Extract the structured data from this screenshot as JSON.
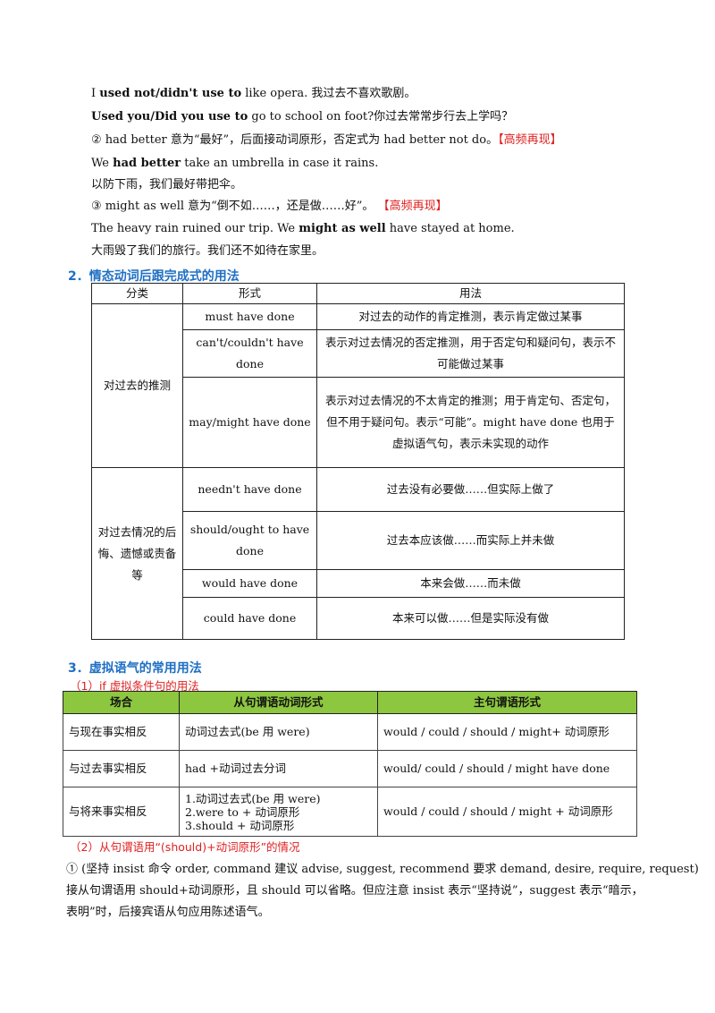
{
  "lines": [
    {
      "parts": [
        {
          "t": "I ",
          "b": false
        },
        {
          "t": "used not/didn't use to",
          "b": true
        },
        {
          "t": " like opera. 我过去不喜欢歌剧。",
          "b": false
        }
      ]
    },
    {
      "parts": [
        {
          "t": "Used you/Did you use to",
          "b": true
        },
        {
          "t": " go to school on foot?你过去常常步行去上学吗？",
          "b": false
        }
      ]
    },
    {
      "parts": [
        {
          "t": "② had better 意为“最好”，后面接动词原形，否定式为 had better not do。",
          "b": false
        },
        {
          "t": "【高频再现】",
          "b": false,
          "red": true
        }
      ]
    },
    {
      "parts": [
        {
          "t": "We ",
          "b": false
        },
        {
          "t": "had better",
          "b": true
        },
        {
          "t": " take an umbrella in case it rains.",
          "b": false
        }
      ]
    },
    {
      "parts": [
        {
          "t": "以防下雨，我们最好带把伞。",
          "b": false
        }
      ]
    },
    {
      "parts": [
        {
          "t": "③ might as well 意为“倒不如……，还是做……好”。 ",
          "b": false
        },
        {
          "t": "【高频再现】",
          "b": false,
          "red": true
        }
      ]
    },
    {
      "parts": [
        {
          "t": "The heavy rain ruined our trip. We ",
          "b": false
        },
        {
          "t": "might as well",
          "b": true
        },
        {
          "t": " have stayed at home.",
          "b": false
        }
      ]
    },
    {
      "parts": [
        {
          "t": "大雨毁了我们的旅行。我们还不如待在家里。",
          "b": false
        }
      ]
    }
  ],
  "section2": {
    "title": "2．情态动词后跟完成式的用法"
  },
  "table1": {
    "headers": [
      "分类",
      "形式",
      "用法"
    ],
    "groups": [
      {
        "category": "对过去的推测",
        "rows": [
          {
            "form": "must have done",
            "usage": "对过去的动作的肯定推测，表示肯定做过某事"
          },
          {
            "form": "can't/couldn't have done",
            "usage": "表示对过去情况的否定推测，用于否定句和疑问句，表示不可能做过某事"
          },
          {
            "form": "may/might have done",
            "usage": "表示对过去情况的不太肯定的推测；用于肯定句、否定句，但不用于疑问句。表示“可能”。might have done 也用于虚拟语气句，表示未实现的动作"
          }
        ]
      },
      {
        "category": "对过去情况的后悔、遗憾或责备等",
        "rows": [
          {
            "form": "needn't have done",
            "usage": "过去没有必要做……但实际上做了"
          },
          {
            "form": "should/ought to have done",
            "usage": "过去本应该做……而实际上并未做"
          },
          {
            "form": "would have done",
            "usage": "本来会做……而未做"
          },
          {
            "form": "could have done",
            "usage": "本来可以做……但是实际没有做"
          }
        ]
      }
    ]
  },
  "section3": {
    "title": "3．虚拟语气的常用用法",
    "sub1": "（1）if 虚拟条件句的用法"
  },
  "table2": {
    "headers": [
      "场合",
      "从句谓语动词形式",
      "主句谓语形式"
    ],
    "rows": [
      {
        "case": "与现在事实相反",
        "clause": [
          "动词过去式(be 用 were)"
        ],
        "main": "would / could / should / might+ 动词原形"
      },
      {
        "case": "与过去事实相反",
        "clause": [
          "had +动词过去分词"
        ],
        "main": "would/ could / should / might have done"
      },
      {
        "case": "与将来事实相反",
        "clause": [
          "1.动词过去式(be 用 were)",
          "2.were to + 动词原形",
          "3.should + 动词原形"
        ],
        "main": "would / could / should / might + 动词原形"
      }
    ]
  },
  "sub2": "（2）从句谓语用“(should)+动词原形”的情况",
  "para": [
    "① (坚持 insist 命令 order, command 建议 advise, suggest, recommend 要求 demand, desire, require, request)",
    "接从句谓语用 should+动词原形，且 should 可以省略。但应注意 insist 表示“坚持说”，suggest 表示“暗示，",
    "表明”时，后接宾语从句应用陈述语气。"
  ]
}
